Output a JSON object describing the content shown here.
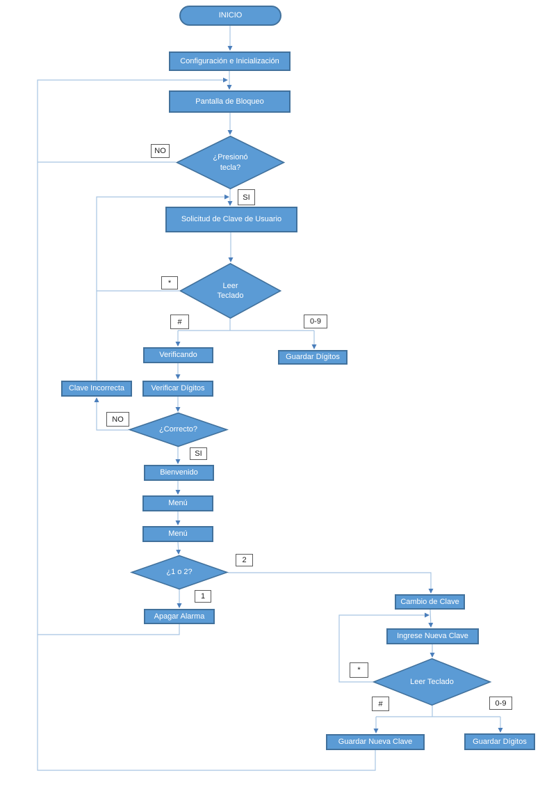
{
  "nodes": {
    "inicio": "INICIO",
    "configuracion": "Configuración e Inicialización",
    "pantalla_bloqueo": "Pantalla de Bloqueo",
    "presiono_tecla": "¿Presionó\ntecla?",
    "solicitud_clave": "Solicitud de Clave de Usuario",
    "leer_teclado_1": "Leer\nTeclado",
    "verificando": "Verificando",
    "guardar_digitos_1": "Guardar Dígitos",
    "clave_incorrecta": "Clave Incorrecta",
    "verificar_digitos": "Verificar Dígitos",
    "correcto": "¿Correcto?",
    "bienvenido": "Bienvenido",
    "menu_1": "Menú",
    "menu_2": "Menú",
    "opcion_1_o_2": "¿1 o 2?",
    "apagar_alarma": "Apagar Alarma",
    "cambio_de_clave": "Cambio de Clave",
    "ingrese_nueva_clave": "Ingrese Nueva Clave",
    "leer_teclado_2": "Leer Teclado",
    "guardar_nueva_clave": "Guardar Nueva Clave",
    "guardar_digitos_2": "Guardar Dígitos"
  },
  "branch_labels": {
    "no_1": "NO",
    "si_1": "SI",
    "asterisco_1": "*",
    "numeral_1": "#",
    "digitos_1": "0-9",
    "no_2": "NO",
    "si_2": "SI",
    "opcion_2": "2",
    "opcion_1": "1",
    "asterisco_2": "*",
    "numeral_2": "#",
    "digitos_2": "0-9"
  },
  "colors": {
    "shape_fill": "#5b9bd5",
    "shape_border": "#41719c",
    "shape_text": "#ffffff",
    "connector": "#a6c4e2",
    "arrowhead": "#4a7ebb",
    "label_border": "#595959",
    "label_text": "#1a1a1a",
    "background": "#ffffff"
  }
}
